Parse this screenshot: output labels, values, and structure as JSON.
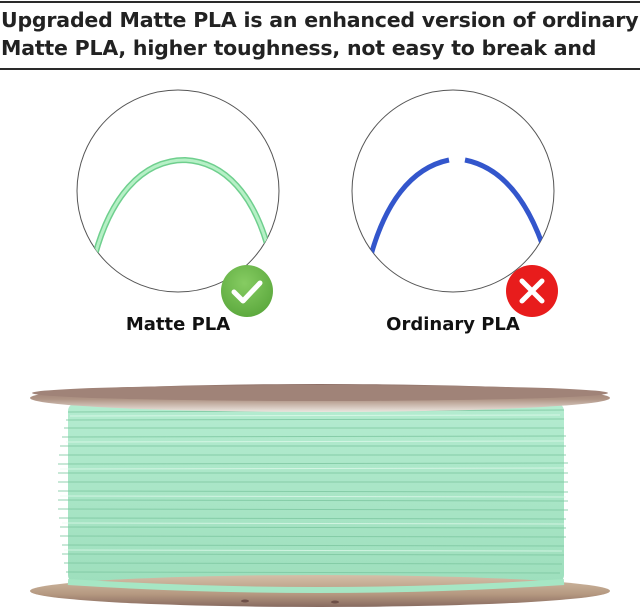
{
  "header": {
    "line1": "Upgraded Matte PLA is an enhanced version of ordinary",
    "line2": "Matte PLA, higher toughness, not easy to break and"
  },
  "comparison": [
    {
      "label": "Matte PLA",
      "filament_color": "#9be8b0",
      "status": "good",
      "badge_icon": "check-icon",
      "badge_color": "#6bb84a"
    },
    {
      "label": "Ordinary PLA",
      "filament_color": "#3356cc",
      "status": "bad",
      "badge_icon": "cross-icon",
      "badge_color": "#e81c1c"
    }
  ],
  "product_image": {
    "subject": "filament-spool",
    "filament_color": "#a6e6c4",
    "flange_color": "#a58b7d"
  }
}
